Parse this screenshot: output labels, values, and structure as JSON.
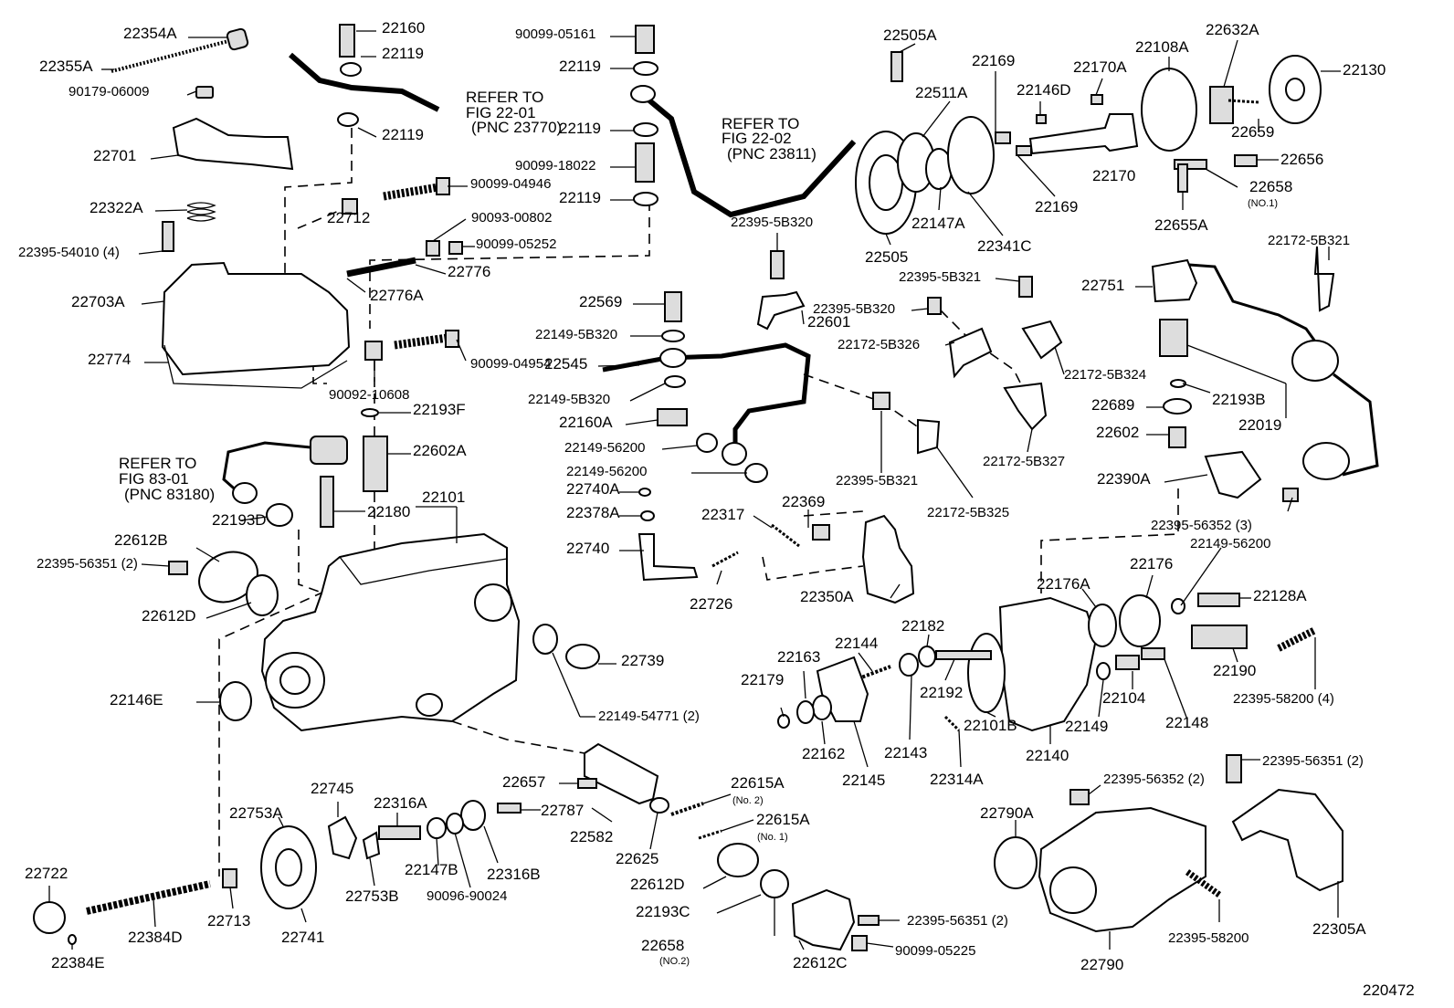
{
  "diagram_id": "220472",
  "references": [
    {
      "lines": [
        "REFER TO",
        "FIG 22-01",
        "(PNC 23770)"
      ]
    },
    {
      "lines": [
        "REFER TO",
        "FIG 22-02",
        "(PNC 23811)"
      ]
    },
    {
      "lines": [
        "REFER TO",
        "FIG 83-01",
        "(PNC 83180)"
      ]
    }
  ],
  "labels": [
    "22354A",
    "22355A",
    "90179-06009",
    "22701",
    "22322A",
    "22395-54010 (4)",
    "22703A",
    "22774",
    "22160",
    "22119",
    "22119",
    "22712",
    "90099-04946",
    "90093-00802",
    "90099-05252",
    "22776",
    "22776A",
    "90099-04954",
    "90092-10608",
    "22193F",
    "22602A",
    "22180",
    "22101",
    "22193D",
    "22612B",
    "22395-56351 (2)",
    "22612D",
    "22146E",
    "90099-05161",
    "22119",
    "22119",
    "90099-18022",
    "22119",
    "22395-5B320",
    "22569",
    "22149-5B320",
    "22545",
    "22149-5B320",
    "22160A",
    "22149-56200",
    "22149-56200",
    "22740A",
    "22378A",
    "22740",
    "22317",
    "22369",
    "22726",
    "22601",
    "22739",
    "22149-54771 (2)",
    "22505A",
    "22169",
    "22511A",
    "22146D",
    "22170A",
    "22108A",
    "22632A",
    "22130",
    "22169",
    "22170",
    "22659",
    "22656",
    "22658",
    "(NO.1)",
    "22505",
    "22147A",
    "22341C",
    "22655A",
    "22395-5B321",
    "22395-5B320",
    "22172-5B326",
    "22172-5B324",
    "22172-5B327",
    "22395-5B321",
    "22172-5B325",
    "22172-5B321",
    "22751",
    "22193B",
    "22019",
    "22689",
    "22602",
    "22390A",
    "22395-56352 (3)",
    "22149-56200",
    "22350A",
    "22176A",
    "22176",
    "22128A",
    "22182",
    "22144",
    "22163",
    "22179",
    "22192",
    "22101B",
    "22140",
    "22149",
    "22104",
    "22148",
    "22190",
    "22395-58200 (4)",
    "22162",
    "22145",
    "22143",
    "22314A",
    "22657",
    "22615A",
    "(No. 2)",
    "22615A",
    "(No. 1)",
    "22787",
    "22582",
    "22625",
    "22612D",
    "22193C",
    "22658",
    "(NO.2)",
    "22612C",
    "22395-56351 (2)",
    "90099-05225",
    "22745",
    "22753A",
    "22316A",
    "22147B",
    "90096-90024",
    "22316B",
    "22753B",
    "22722",
    "22384D",
    "22713",
    "22741",
    "22384E",
    "22395-56351 (2)",
    "22395-56352 (2)",
    "22790A",
    "22790",
    "22395-58200",
    "22305A"
  ]
}
